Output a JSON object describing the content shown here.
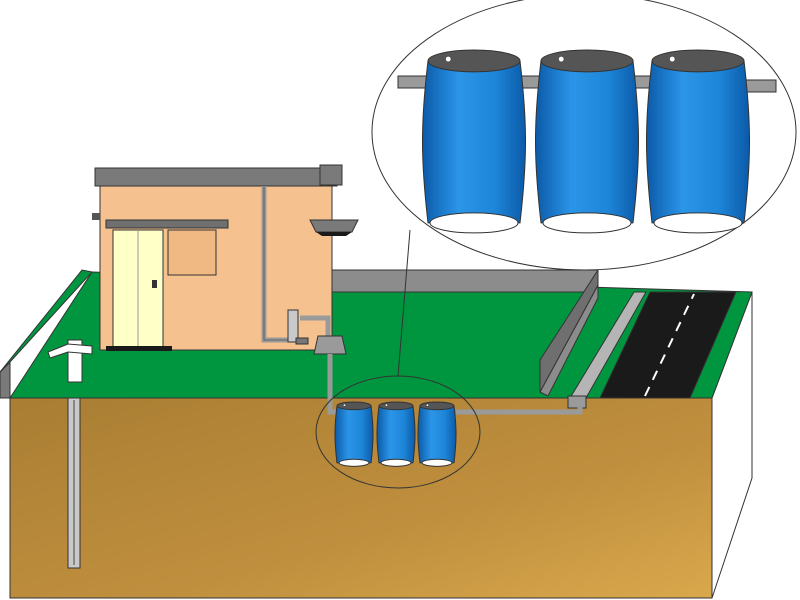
{
  "diagram": {
    "kind": "septic-tank-system-illustration",
    "text_labels": [],
    "components": [
      "house",
      "door",
      "window",
      "roof",
      "rain-downpipe",
      "water-heater",
      "water-well",
      "well-tap",
      "sewage-pipe",
      "inspection-box",
      "septic-barrels",
      "outlet-pipe",
      "drainage-gutter",
      "road",
      "garden-wall",
      "magnified-detail"
    ],
    "barrel_count": 3
  },
  "colors": {
    "grass": "#009640",
    "soil": "#b88a3c",
    "soil_light": "#d6a64a",
    "house_wall": "#f5c18f",
    "door": "#ffffc8",
    "roof": "#7a7a7a",
    "barrel": "#1e86d9",
    "barrel_dark": "#0b5aa8",
    "pipe": "#9a9a9a",
    "road": "#1a1a1a",
    "wall": "#8c8c8c"
  }
}
